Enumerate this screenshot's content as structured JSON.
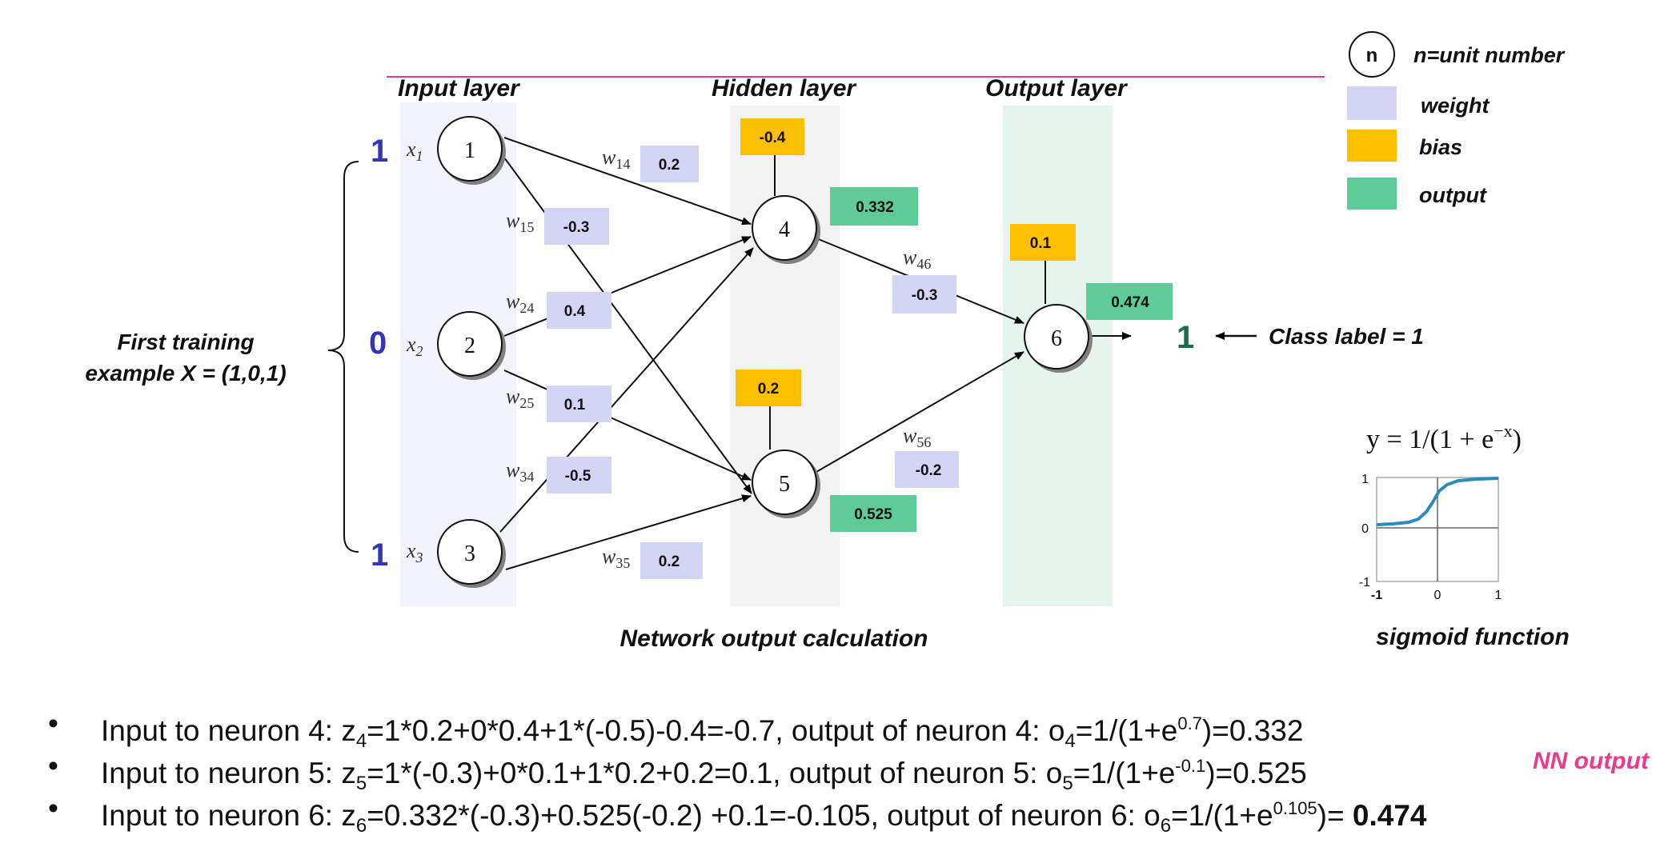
{
  "layers": {
    "input": "Input layer",
    "hidden": "Hidden layer",
    "output": "Output layer"
  },
  "legend": {
    "unit_symbol": "n",
    "unit_text": "n=unit number",
    "weight": "weight",
    "bias": "bias",
    "output": "output",
    "colors": {
      "weight": "#d4d5f5",
      "bias": "#fcc000",
      "output": "#5fcb98"
    }
  },
  "training_example": {
    "line1": "First training",
    "line2": "example X = (1,0,1)"
  },
  "inputs": [
    {
      "node": "1",
      "var": "x",
      "sub": "1",
      "value": "1"
    },
    {
      "node": "2",
      "var": "x",
      "sub": "2",
      "value": "0"
    },
    {
      "node": "3",
      "var": "x",
      "sub": "3",
      "value": "1"
    }
  ],
  "nodes": {
    "n4": "4",
    "n5": "5",
    "n6": "6"
  },
  "weights": [
    {
      "label": "w",
      "sub": "14",
      "value": "0.2"
    },
    {
      "label": "w",
      "sub": "15",
      "value": "-0.3"
    },
    {
      "label": "w",
      "sub": "24",
      "value": "0.4"
    },
    {
      "label": "w",
      "sub": "25",
      "value": "0.1"
    },
    {
      "label": "w",
      "sub": "34",
      "value": "-0.5"
    },
    {
      "label": "w",
      "sub": "35",
      "value": "0.2"
    },
    {
      "label": "w",
      "sub": "46",
      "value": "-0.3"
    },
    {
      "label": "w",
      "sub": "56",
      "value": "-0.2"
    }
  ],
  "biases": {
    "b4": "-0.4",
    "b5": "0.2",
    "b6": "0.1"
  },
  "outputs": {
    "o4": "0.332",
    "o5": "0.525",
    "o6": "0.474"
  },
  "class_output": "1",
  "class_label": "Class label = 1",
  "caption": "Network output calculation",
  "sigmoid": {
    "formula_parts": [
      "y = 1/(1 + e",
      "−x",
      ")"
    ],
    "ticks_y": [
      "1",
      "0",
      "-1"
    ],
    "ticks_x": [
      "-1",
      "0",
      "1"
    ],
    "caption": "sigmoid function"
  },
  "bullets": [
    {
      "dot": "•",
      "p1": "Input to neuron 4: z",
      "s1": "4",
      "p2": "=1*0.2+0*0.4+1*(-0.5)-0.4=-0.7, output of neuron 4: o",
      "s2": "4",
      "p3": "=1/(1+e",
      "sup": "0.7",
      "p4": ")=0.332",
      "bold": ""
    },
    {
      "dot": "•",
      "p1": "Input to neuron 5: z",
      "s1": "5",
      "p2": "=1*(-0.3)+0*0.1+1*0.2+0.2=0.1, output of neuron 5: o",
      "s2": "5",
      "p3": "=1/(1+e",
      "sup": "-0.1",
      "p4": ")=0.525",
      "bold": ""
    },
    {
      "dot": "•",
      "p1": "Input to neuron 6: z",
      "s1": "6",
      "p2": "=0.332*(-0.3)+0.525(-0.2) +0.1=-0.105, output of neuron 6: o",
      "s2": "6",
      "p3": "=1/(1+e",
      "sup": "0.105",
      "p4": ")= ",
      "bold": "0.474"
    }
  ],
  "nn_output_note": "NN output"
}
